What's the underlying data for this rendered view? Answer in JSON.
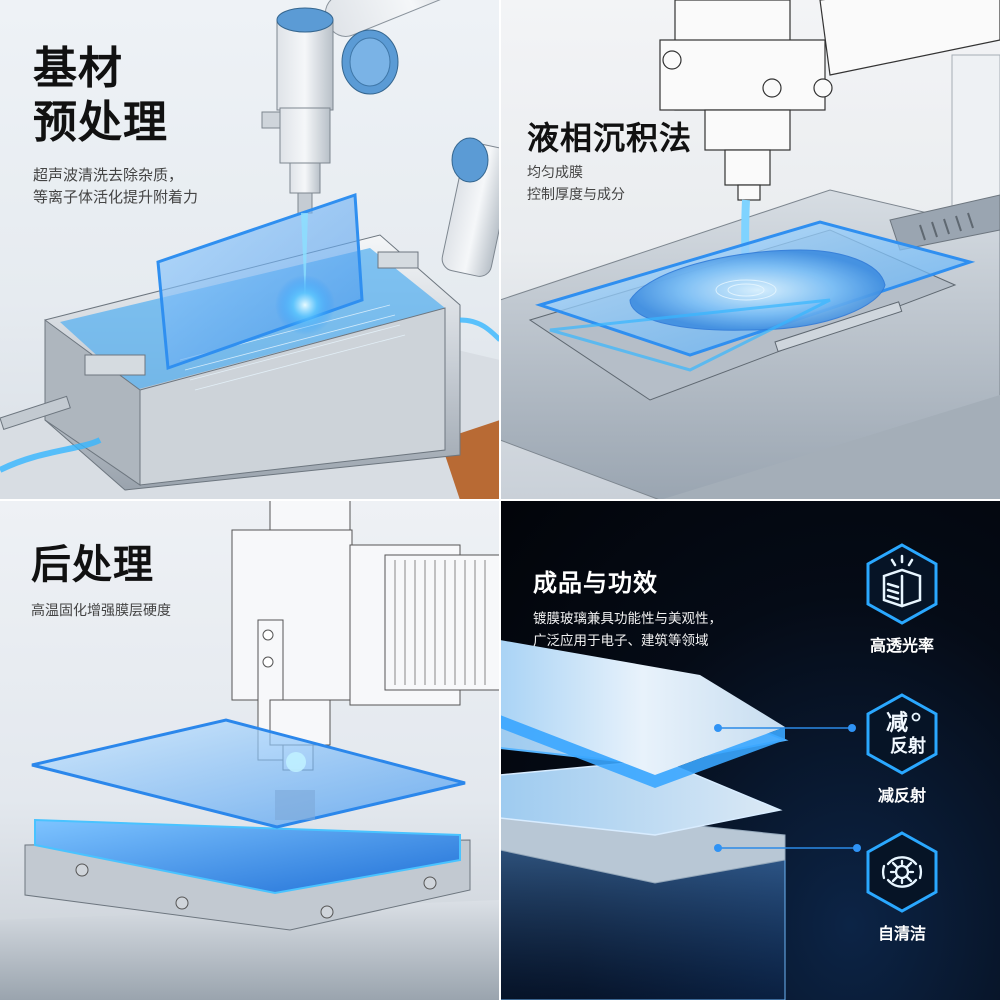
{
  "panels": [
    {
      "id": "substrate-pretreatment",
      "title_line1": "基材",
      "title_line2": "预处理",
      "subtitle_line1": "超声波清洗去除杂质，",
      "subtitle_line2": "等离子体活化提升附着力",
      "illustration": "robot-arm-ultrasonic-cleaning-tank"
    },
    {
      "id": "liquid-phase-deposition",
      "title": "液相沉积法",
      "subtitle_line1": "均匀成膜",
      "subtitle_line2": "控制厚度与成分",
      "illustration": "dispenser-nozzle-liquid-on-glass"
    },
    {
      "id": "post-processing",
      "title": "后处理",
      "subtitle": "高温固化增强膜层硬度",
      "illustration": "curing-machine-glass-plate"
    },
    {
      "id": "product-and-effects",
      "title": "成品与功效",
      "subtitle_line1": "镀膜玻璃兼具功能性与美观性，",
      "subtitle_line2": "广泛应用于电子、建筑等领域",
      "illustration": "layered-coated-glass",
      "features": [
        {
          "label": "高透光率",
          "icon": "open-box-light-icon"
        },
        {
          "label": "减反射",
          "icon": "anti-reflection-text-icon",
          "icon_text_1": "减",
          "icon_text_2": "反射"
        },
        {
          "label": "自清洁",
          "icon": "sun-self-cleaning-icon"
        }
      ]
    }
  ],
  "colors": {
    "accent_blue": "#3ea7ff",
    "glow_blue": "#1e90ff",
    "robot_blue": "#5b9bd5",
    "dark_bg": "#050b16",
    "title_dark": "#111111"
  }
}
